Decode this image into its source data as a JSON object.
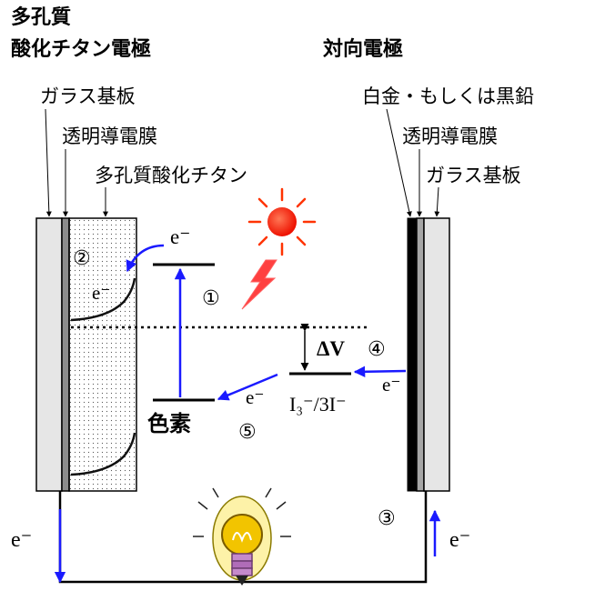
{
  "titles": {
    "left_line1": "多孔質",
    "left_line2": "酸化チタン電極",
    "right": "対向電極"
  },
  "left_electrode": {
    "glass": "ガラス基板",
    "tco": "透明導電膜",
    "tio2": "多孔質酸化チタン"
  },
  "right_electrode": {
    "catalyst": "白金・もしくは黒鉛",
    "tco": "透明導電膜",
    "glass": "ガラス基板"
  },
  "energy": {
    "dye": "色素",
    "redox": "I₃⁻/3I⁻",
    "delta_v": "ΔV",
    "electron": "e⁻"
  },
  "steps": {
    "s1": "①",
    "s2": "②",
    "s3": "③",
    "s4": "④",
    "s5": "⑤"
  },
  "colors": {
    "arrow": "#1a1aff",
    "sun": "#ff2200",
    "lightning": "#ff4040",
    "bulb": "#f2c400",
    "electrode_fill": "#e6e6e6"
  }
}
